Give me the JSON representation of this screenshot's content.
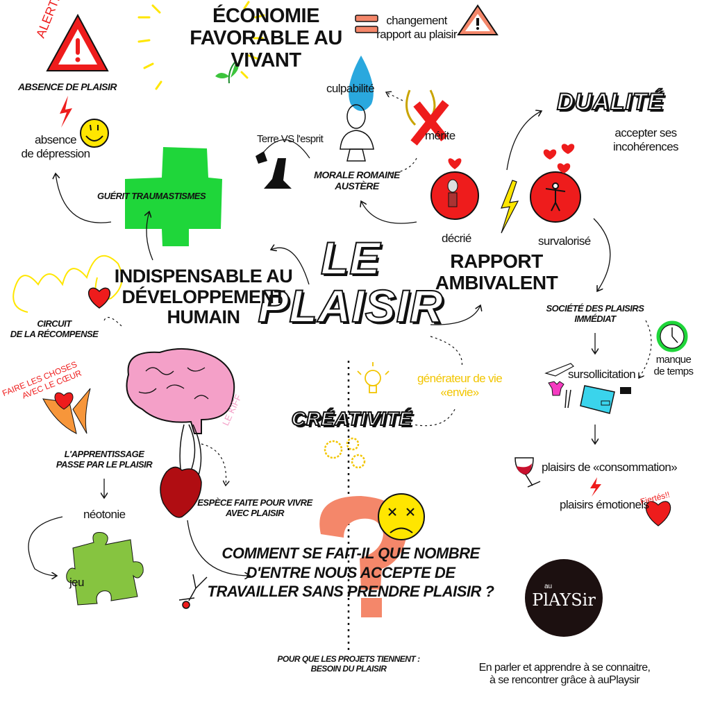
{
  "title": {
    "line1": "LE",
    "line2": "PLAISIR"
  },
  "alert": {
    "tag": "ALERTE!!",
    "label": "ABSENCE DE PLAISIR",
    "result_line1": "absence",
    "result_line2": "de dépression"
  },
  "heal": {
    "label": "GUÉRIT TRAUMASTISMES"
  },
  "economy": {
    "line1": "ÉCONOMIE",
    "line2": "FAVORABLE AU",
    "line3": "VIVANT",
    "equals_line1": "changement",
    "equals_line2": "rapport au plaisir"
  },
  "morale": {
    "guilt": "culpabilité",
    "merit": "mérite",
    "earth": "Terre VS l'esprit",
    "line1": "MORALE ROMAINE",
    "line2": "AUSTÈRE"
  },
  "duality": {
    "title": "DUALITÉ",
    "line1": "accepter ses",
    "line2": "incohérences"
  },
  "ambivalent": {
    "line1": "RAPPORT",
    "line2": "AMBIVALENT",
    "left": "décrié",
    "right": "survalorisé"
  },
  "development": {
    "line1": "INDISPENSABLE AU",
    "line2": "DÉVELOPPEMENT",
    "line3": "HUMAIN",
    "circuit_line1": "CIRCUIT",
    "circuit_line2": "DE LA RÉCOMPENSE",
    "heart_line1": "FAIRE LES CHOSES",
    "heart_line2": "AVEC LE CŒUR",
    "kiff": "LE KIFF"
  },
  "society": {
    "line1": "SOCIÉTÉ DES PLAISIRS",
    "line2": "IMMÉDIAT",
    "time_line1": "manque",
    "time_line2": "de temps",
    "oversolicit": "sursollicitation",
    "consumption": "plaisirs de «consommation»",
    "emotional": "plaisirs émotionels",
    "pride": "Fiertés!!"
  },
  "creativity": {
    "title": "CRÉATIVITÉ",
    "gen_line1": "générateur de vie",
    "gen_line2": "«envie»"
  },
  "learning": {
    "line1": "L'APPRENTISSAGE",
    "line2": "PASSE PAR LE PLAISIR",
    "neoteny": "néotonie",
    "play": "jeu"
  },
  "species": {
    "line1": "ESPÈCE FAITE POUR VIVRE",
    "line2": "AVEC PLAISIR"
  },
  "question": {
    "line1": "COMMENT SE FAIT-IL QUE NOMBRE",
    "line2": "D'ENTRE NOUS ACCEPTE DE",
    "line3": "TRAVAILLER SANS PRENDRE PLAISIR ?"
  },
  "projects": {
    "line1": "POUR QUE LES PROJETS TIENNENT :",
    "line2": "BESOIN DU PLAISIR"
  },
  "brand": {
    "logo_small": "au",
    "logo_main": "PlAYSir",
    "line1": "En parler et apprendre à se connaitre,",
    "line2": "à se rencontrer grâce à auPlaysir"
  },
  "colors": {
    "red": "#ee1c1c",
    "green": "#1fd63a",
    "pink": "#f4a0c8",
    "yellow": "#ffe600",
    "salmon": "#f4876a",
    "blue": "#2aa8de",
    "darkred": "#b00d12",
    "puzzle": "#86c440"
  }
}
